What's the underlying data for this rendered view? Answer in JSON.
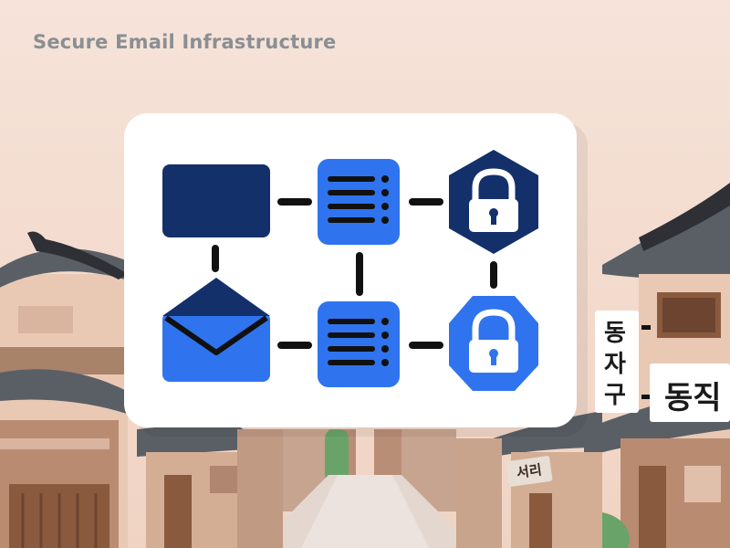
{
  "header": {
    "title": "Secure Email Infrastructure"
  },
  "signs": {
    "vertical_chars": [
      "동",
      "자",
      "구"
    ],
    "right_sign": "동직",
    "shop_sign": "서리"
  },
  "colors": {
    "background": "#f4dfd4",
    "navy": "#13306b",
    "blue": "#2f74ee",
    "dark": "#111111",
    "card": "#ffffff",
    "roof": "#5a5f66",
    "wall": "#e8cbb8",
    "wood": "#8a5a3e"
  },
  "diagram": {
    "nodes": [
      {
        "name": "navy-block-icon",
        "kind": "block"
      },
      {
        "name": "server-list-icon-top",
        "kind": "list"
      },
      {
        "name": "lock-icon-dark",
        "kind": "lock-dark"
      },
      {
        "name": "envelope-icon",
        "kind": "envelope"
      },
      {
        "name": "server-list-icon-bottom",
        "kind": "list"
      },
      {
        "name": "lock-icon-blue",
        "kind": "lock-blue"
      }
    ]
  }
}
